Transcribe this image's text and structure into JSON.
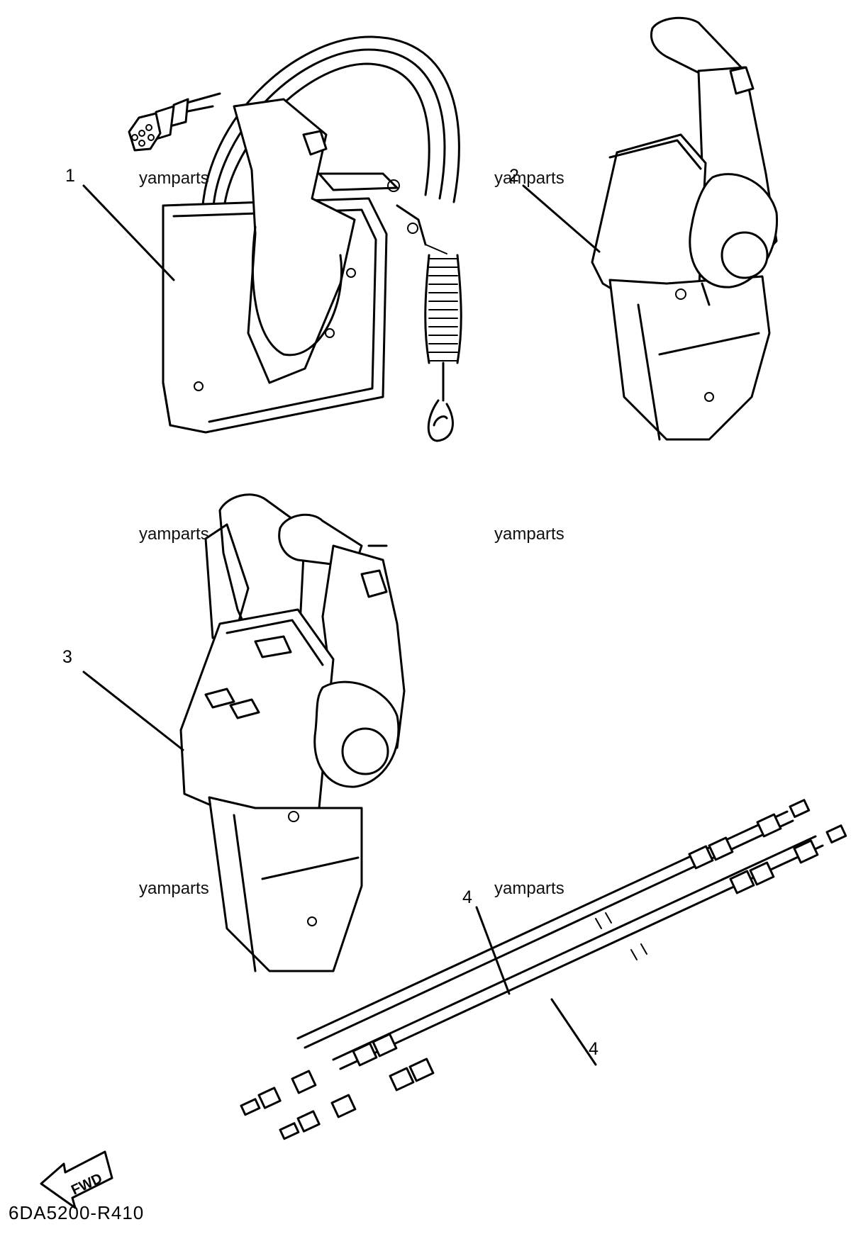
{
  "labels": {
    "part_1": "1",
    "part_2": "2",
    "part_3": "3",
    "part_4a": "4",
    "part_4b": "4"
  },
  "watermarks": [
    "yamparts",
    "yamparts",
    "yamparts",
    "yamparts",
    "yamparts",
    "yamparts"
  ],
  "fwd_arrow_text": "FWD",
  "diagram_code": "6DA5200-R410"
}
